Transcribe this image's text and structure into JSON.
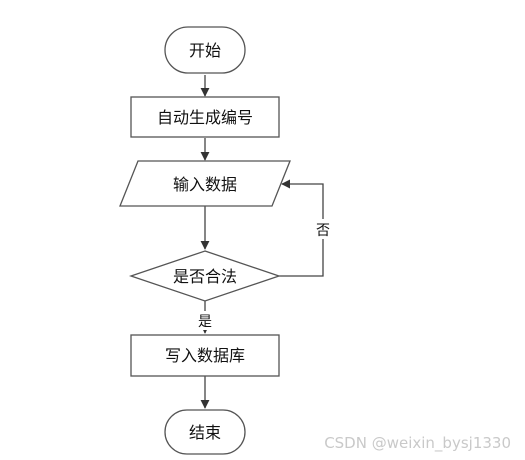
{
  "nodes": {
    "start": "开始",
    "generate_id": "自动生成编号",
    "input_data": "输入数据",
    "validate": "是否合法",
    "write_db": "写入数据库",
    "end": "结束"
  },
  "edges": {
    "no_label": "否",
    "yes_label": "是"
  },
  "watermark": "CSDN @weixin_bysj1330"
}
